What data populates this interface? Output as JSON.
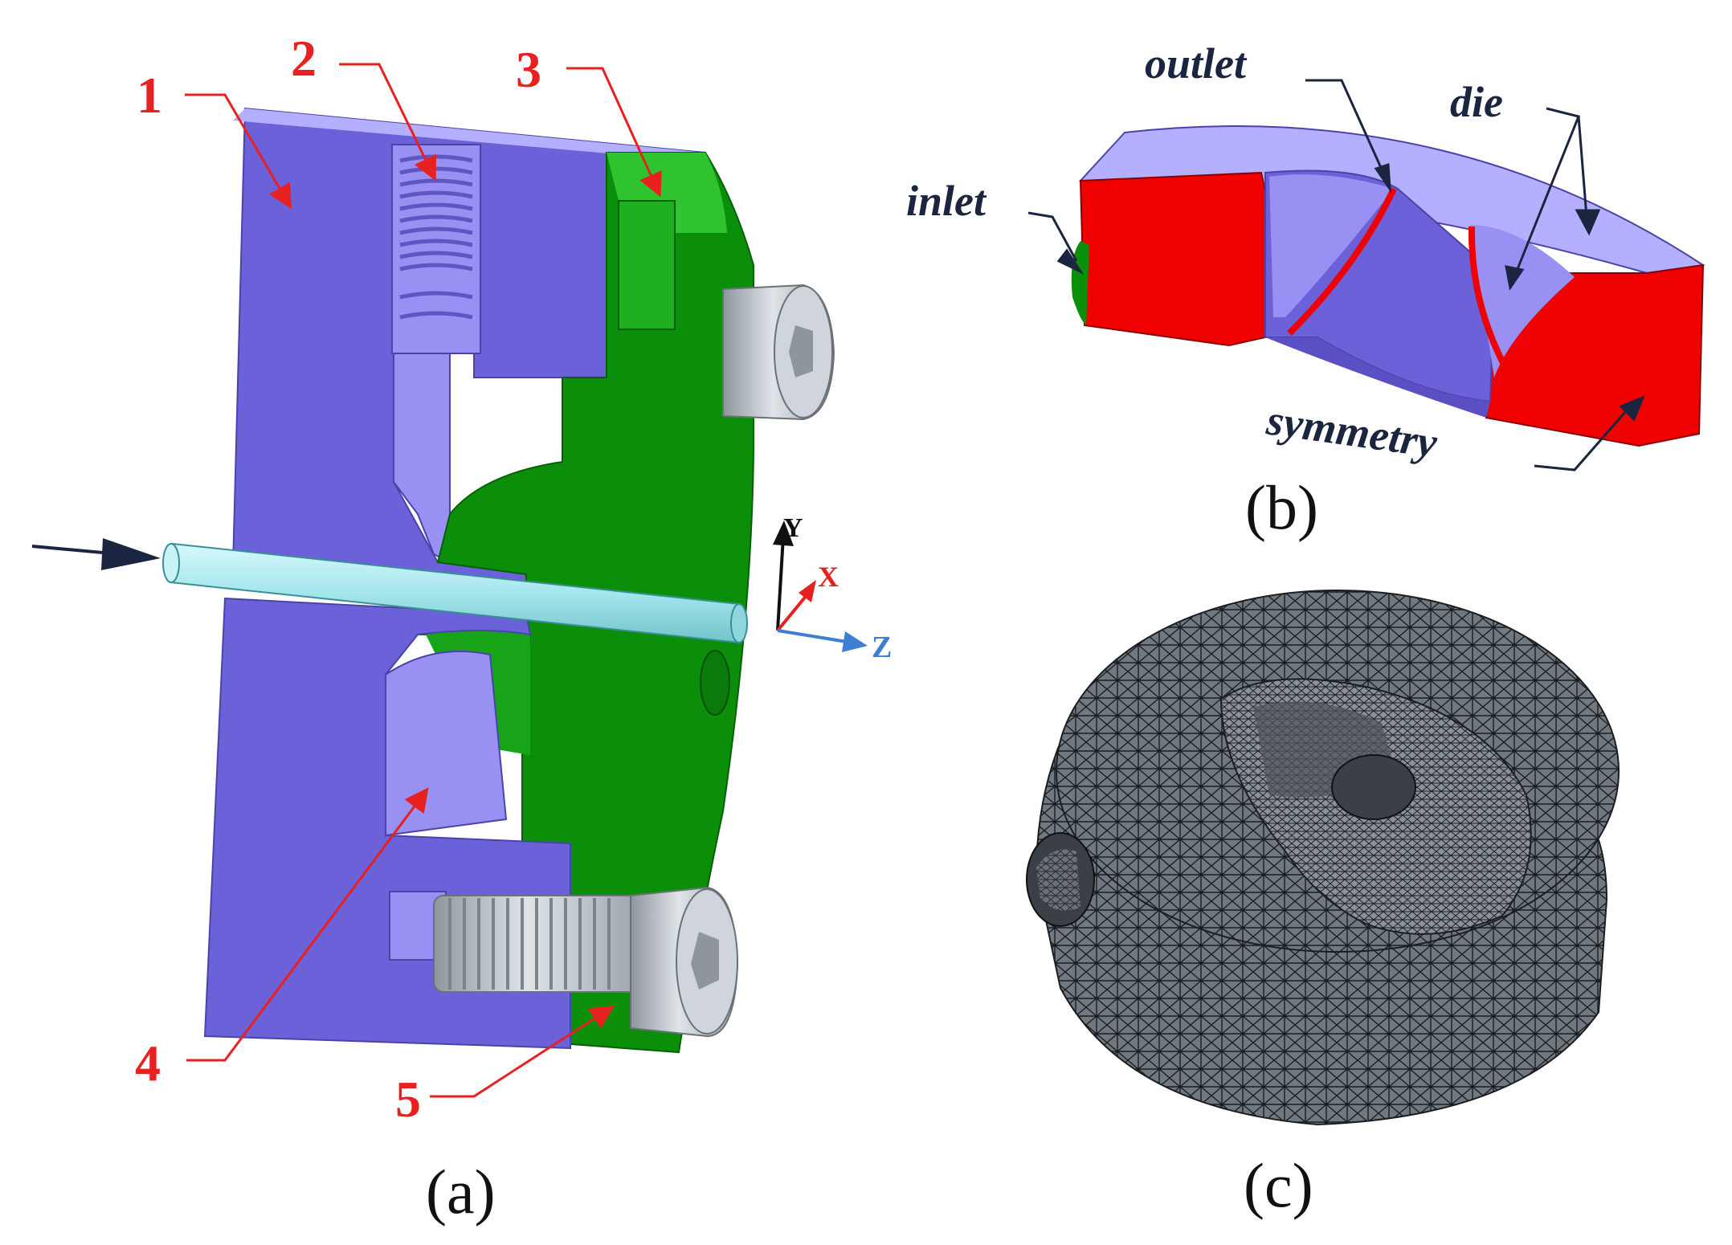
{
  "colors": {
    "body_purple": "#6b61d8",
    "body_purple_light": "#9890f2",
    "body_purple_top": "#b5afff",
    "die_green": "#0b8f0b",
    "die_green_light": "#2fc42f",
    "section_red": "#f00000",
    "callout_red": "#e8201f",
    "label_dark": "#1c2540",
    "bolt_gray": "#b9c0c6",
    "rod_cyan": "#a8ecf0",
    "axis_y": "#111111",
    "axis_x": "#e81f1f",
    "axis_z": "#3f7fd2",
    "mesh_fill": "#6e757d",
    "mesh_line": "#1c1f22"
  },
  "panel_a": {
    "caption": "(a)",
    "callouts": [
      "1",
      "2",
      "3",
      "4",
      "5"
    ],
    "axes": {
      "y": "Y",
      "x": "X",
      "z": "Z"
    }
  },
  "panel_b": {
    "caption": "(b)",
    "labels": {
      "inlet": "inlet",
      "outlet": "outlet",
      "die": "die",
      "symmetry": "symmetry"
    }
  },
  "panel_c": {
    "caption": "(c)"
  }
}
